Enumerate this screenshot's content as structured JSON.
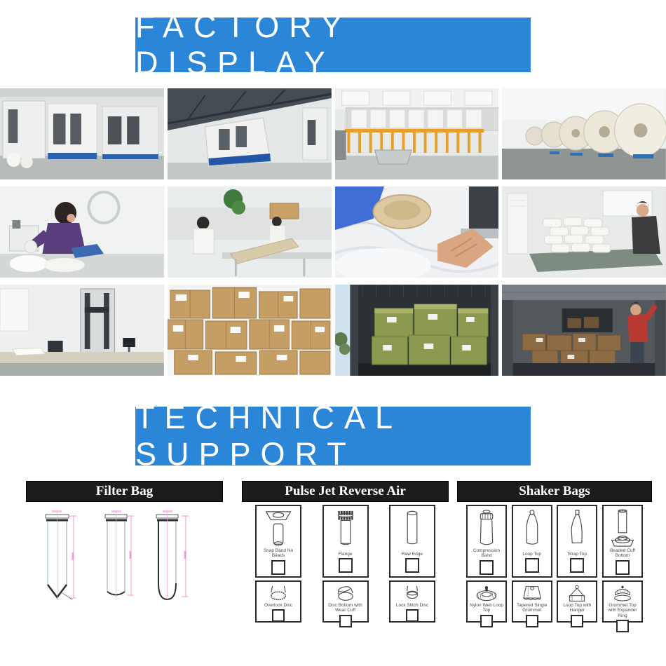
{
  "colors": {
    "banner_blue": "#2b86d8",
    "panel_header_black": "#1c1c1c",
    "drawing_pink": "#ef9ed7",
    "drawing_outline": "#5a5e60"
  },
  "banners": {
    "factory": "FACTORY DISPLAY",
    "technical": "TECHNICAL SUPPORT"
  },
  "photo_grid": {
    "rows": [
      {
        "photos": [
          {
            "desc": "Factory workshop with white bag-making machines and blue bases"
          },
          {
            "desc": "Workshop hall with dark steel truss roof and production machines"
          },
          {
            "desc": "Long production line with orange safety railing"
          },
          {
            "desc": "Rows of large fabric rolls on blue unwinding stands"
          }
        ]
      },
      {
        "photos": [
          {
            "desc": "Seamstress in purple shirt sewing a filter bag at a machine"
          },
          {
            "desc": "Sewing workshop floor with workers, machines and a green plant"
          },
          {
            "desc": "Close-up of hands sewing a beige filter bag cuff"
          },
          {
            "desc": "Worker stacking finished white filter bags on a table"
          }
        ]
      },
      {
        "photos": [
          {
            "desc": "Quality lab with tensile strength testing machine"
          },
          {
            "desc": "Stacked brown cardboard export cartons with white labels"
          },
          {
            "desc": "Shipping container loaded with green tarp-wrapped bales"
          },
          {
            "desc": "Worker in red loading cartons inside a shipping container"
          }
        ]
      }
    ]
  },
  "panels": {
    "filter_bag": {
      "title": "Filter Bag",
      "drawings": [
        {
          "name": "pointed-bottom-bag"
        },
        {
          "name": "flat-bottom-bag"
        },
        {
          "name": "round-bottom-bag"
        }
      ]
    },
    "pulse_jet": {
      "title": "Pulse Jet Reverse Air",
      "row1": [
        {
          "label": "Snap Band No Beads"
        },
        {
          "label": "Flange"
        },
        {
          "label": "Raw Edge"
        }
      ],
      "row2": [
        {
          "label": "Overlock Disc"
        },
        {
          "label": "Disc Bottom with Wear Cuff"
        },
        {
          "label": "Lock Stitch Disc"
        }
      ]
    },
    "shaker": {
      "title": "Shaker Bags",
      "row1": [
        {
          "label": "Compression Band"
        },
        {
          "label": "Loop Top"
        },
        {
          "label": "Strap Top"
        },
        {
          "label": "Beaded Cuff Bottom"
        }
      ],
      "row2": [
        {
          "label": "Nylon Web Loop Top"
        },
        {
          "label": "Tapered Single Grommet"
        },
        {
          "label": "Loop Top with Hanger"
        },
        {
          "label": "Grommet Top with Expander Ring"
        }
      ]
    }
  }
}
